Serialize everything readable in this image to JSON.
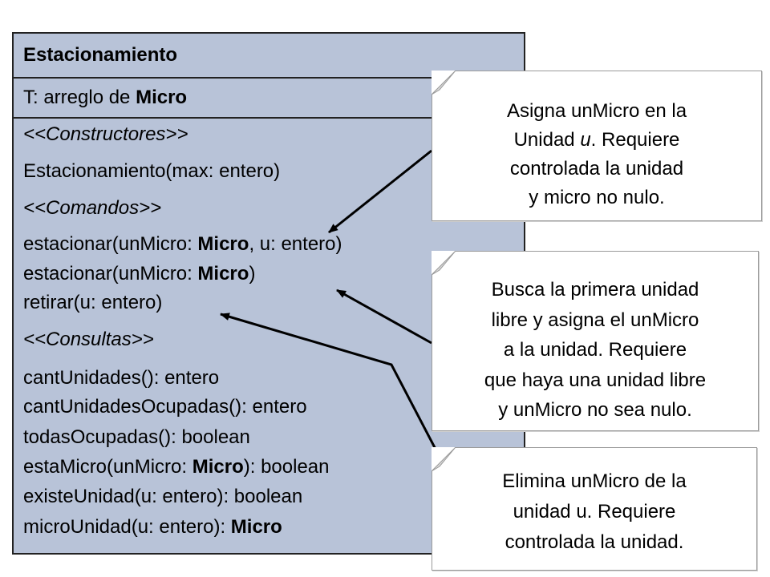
{
  "uml_class": {
    "name": "Estacionamiento",
    "attribute": {
      "prefix": "T: arreglo de ",
      "type": "Micro"
    },
    "stereotypes": {
      "constructors": "<<Constructores>>",
      "commands": "<<Comandos>>",
      "queries": "<<Consultas>>"
    },
    "constructor": "Estacionamiento(max: entero)",
    "commands": [
      {
        "pre": "estacionar(unMicro: ",
        "bold": "Micro",
        "post": ", u: entero)"
      },
      {
        "pre": "estacionar(unMicro: ",
        "bold": "Micro",
        "post": ")"
      },
      {
        "pre": "retirar(u: entero)",
        "bold": "",
        "post": ""
      }
    ],
    "queries": [
      {
        "pre": "cantUnidades(): entero",
        "bold": "",
        "post": ""
      },
      {
        "pre": "cantUnidadesOcupadas(): entero",
        "bold": "",
        "post": ""
      },
      {
        "pre": "todasOcupadas(): boolean",
        "bold": "",
        "post": ""
      },
      {
        "pre": "estaMicro(unMicro: ",
        "bold": "Micro",
        "post": "): boolean"
      },
      {
        "pre": "existeUnidad(u: entero): boolean",
        "bold": "",
        "post": ""
      },
      {
        "pre": "microUnidad(u: entero): ",
        "bold": "Micro",
        "post": ""
      }
    ]
  },
  "notes": [
    {
      "lines": [
        "Asigna unMicro en la",
        "Unidad u. Requiere",
        "controlada la unidad",
        "y micro no nulo."
      ],
      "italic_word": "u"
    },
    {
      "lines": [
        "Busca la primera unidad",
        "libre y asigna el unMicro",
        "a la unidad. Requiere",
        "que haya una unidad libre",
        "y unMicro no sea nulo."
      ]
    },
    {
      "lines": [
        "Elimina unMicro de la",
        "unidad u. Requiere",
        "controlada la unidad."
      ]
    }
  ],
  "colors": {
    "class_fill": "#b8c3d8",
    "border": "#222222",
    "note_fill": "#ffffff"
  }
}
